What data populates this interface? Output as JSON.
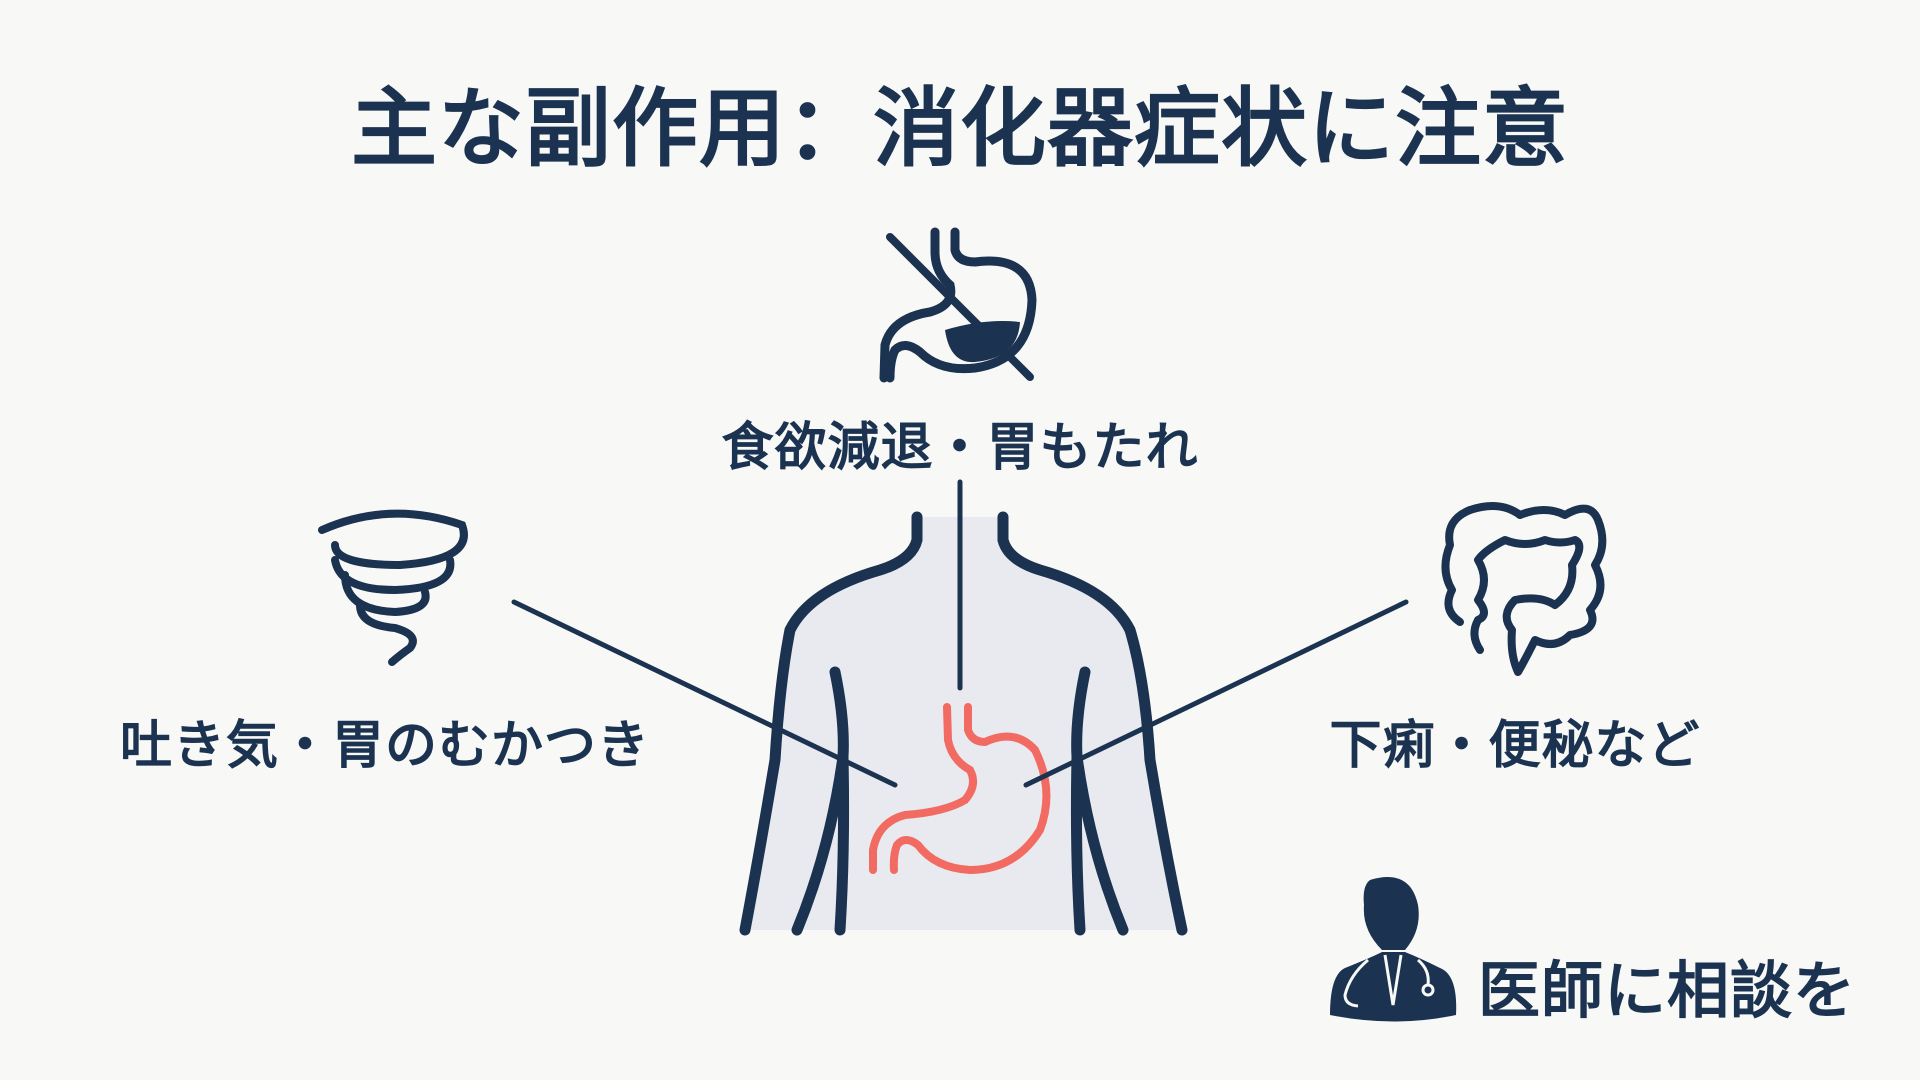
{
  "title": "主な副作用：消化器症状に注意",
  "symptoms": {
    "top": {
      "label": "食欲減退・胃もたれ",
      "icon": "stomach-crossed-icon"
    },
    "left": {
      "label": "吐き気・胃のむかつき",
      "icon": "nausea-spiral-icon"
    },
    "right": {
      "label": "下痢・便秘など",
      "icon": "intestine-icon"
    }
  },
  "advice": {
    "label": "医師に相談を",
    "icon": "doctor-icon"
  },
  "colors": {
    "text": "#1b3350",
    "stomach": "#f26b63",
    "body_fill": "#e8eaef",
    "background": "#f8f8f6"
  }
}
